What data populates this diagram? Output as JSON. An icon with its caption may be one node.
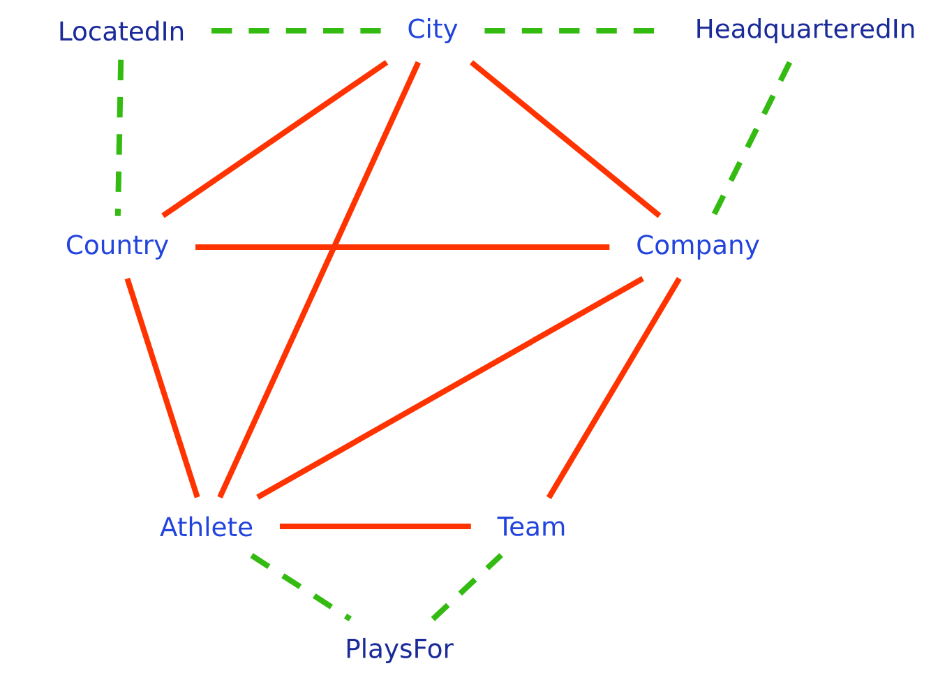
{
  "diagram": {
    "nodes": [
      {
        "text": [
          "LocatedIn"
        ]
      },
      {
        "text": [
          "City"
        ]
      },
      {
        "text": [
          "HeadquarteredIn"
        ]
      },
      {
        "text": [
          "Country"
        ]
      },
      {
        "text": [
          "Company"
        ]
      },
      {
        "text": [
          "Athlete"
        ]
      },
      {
        "text": [
          "Team"
        ]
      },
      {
        "text": [
          "PlaysFor"
        ]
      }
    ],
    "edges": [
      {
        "from": 0,
        "to": 1,
        "arrow": "none",
        "style": "dashed",
        "color": "#33bb11"
      },
      {
        "from": 1,
        "to": 2,
        "arrow": "none",
        "style": "dashed",
        "color": "#33bb11"
      },
      {
        "from": 0,
        "to": 3,
        "arrow": "none",
        "style": "dashed",
        "color": "#33bb11"
      },
      {
        "from": 2,
        "to": 4,
        "arrow": "none",
        "style": "dashed",
        "color": "#33bb11"
      },
      {
        "from": 1,
        "to": 3,
        "arrow": "none"
      },
      {
        "from": 1,
        "to": 4,
        "arrow": "none"
      },
      {
        "from": 1,
        "to": 5,
        "arrow": "none"
      },
      {
        "from": 3,
        "to": 4,
        "arrow": "none"
      },
      {
        "from": 3,
        "to": 5,
        "arrow": "none"
      },
      {
        "from": 4,
        "to": 5,
        "arrow": "none"
      },
      {
        "from": 4,
        "to": 6,
        "arrow": "none"
      },
      {
        "from": 5,
        "to": 6,
        "arrow": "none"
      },
      {
        "from": 5,
        "to": 7,
        "arrow": "none",
        "style": "dashed",
        "color": "#33bb11"
      },
      {
        "from": 7,
        "to": 6,
        "arrow": "none",
        "style": "dashed",
        "color": "#33bb11"
      }
    ]
  }
}
